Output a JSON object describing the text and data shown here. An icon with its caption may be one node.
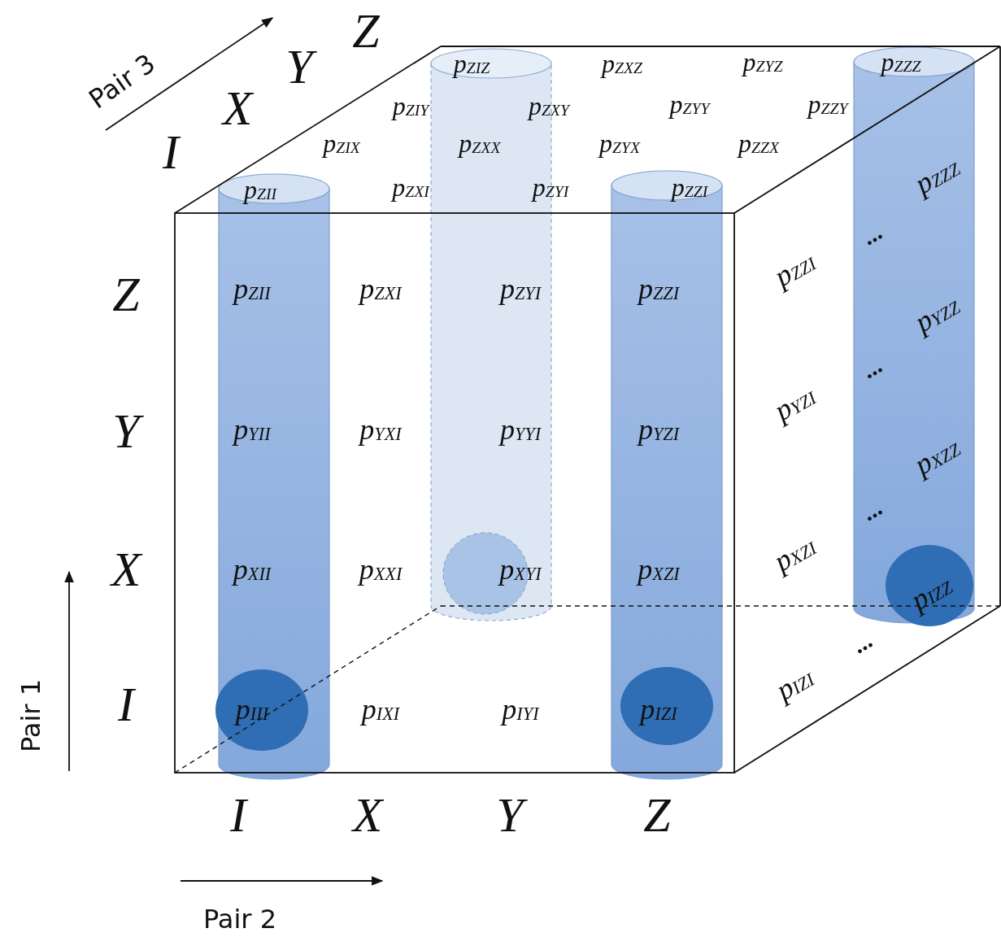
{
  "diagram": {
    "labels": [
      "Z",
      "Y",
      "Pair 3",
      "X",
      "I",
      "p$_{ZIZ}$",
      "p$_{ZXZ}$",
      "p$_{ZYZ}$",
      "p$_{ZZZ}$",
      "p$_{ZIY}$",
      "p$_{ZXY}$",
      "p$_{ZYY}$",
      "p$_{ZZY}$",
      "p$_{ZIX}$",
      "p$_{ZXX}$",
      "p$_{ZYX}$",
      "p$_{ZZX}$",
      "p$_{ZII}$",
      "p$_{ZXI}$",
      "p$_{ZYI}$",
      "p$_{ZZI}$",
      "Z",
      "p$_{ZII}$",
      "p$_{ZXI}$",
      "p$_{ZYI}$",
      "p$_{ZZI}$",
      "Y",
      "p$_{YII}$",
      "p$_{YXI}$",
      "p$_{YYI}$",
      "p$_{YZI}$",
      "X",
      "p$_{XII}$",
      "p$_{XXI}$",
      "p$_{XYI}$",
      "p$_{XZI}$",
      "I",
      "p$_{III}$",
      "p$_{IXI}$",
      "p$_{IYI}$",
      "p$_{IZI}$",
      "p$_{ZZZ}$",
      "...",
      "p$_{ZZI}$",
      "p$_{YZZ}$",
      "...",
      "p$_{YZI}$",
      "p$_{XZZ}$",
      "...",
      "p$_{XZI}$",
      "p$_{IZZ}$",
      "...",
      "p$_{IZI}$",
      "Pair 1",
      "I",
      "X",
      "Y",
      "Z",
      "Pair 2"
    ]
  }
}
